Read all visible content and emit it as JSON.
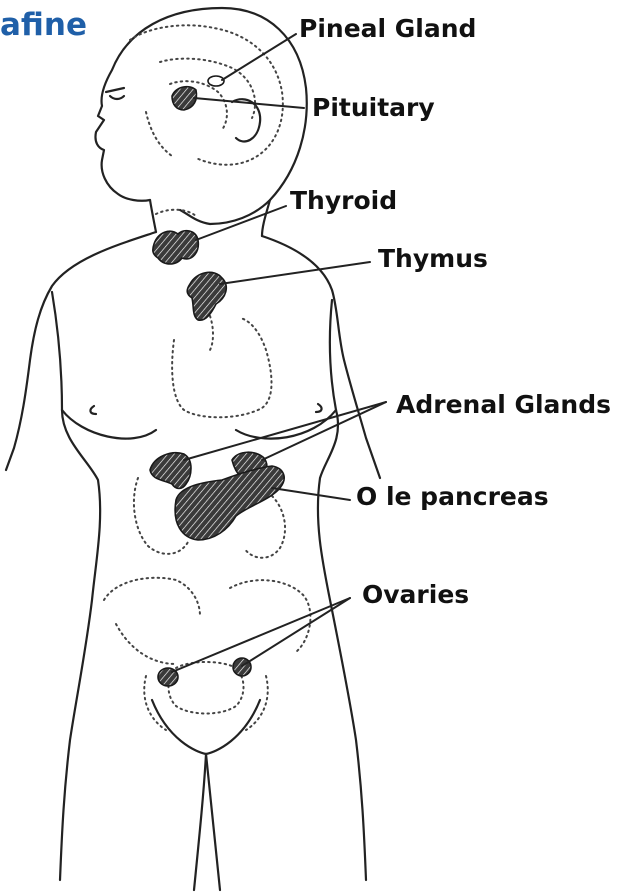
{
  "corner_text": "afine",
  "labels": {
    "pineal": "Pineal Gland",
    "pituitary": "Pituitary",
    "thyroid": "Thyroid",
    "thymus": "Thymus",
    "adrenal": "Adrenal Glands",
    "pancreas": "O le pancreas",
    "ovaries": "Ovaries"
  },
  "colors": {
    "corner_text": "#1f5fa8",
    "label_text": "#111111",
    "outline": "#222222",
    "gland_fill": "#2b2b2b"
  }
}
